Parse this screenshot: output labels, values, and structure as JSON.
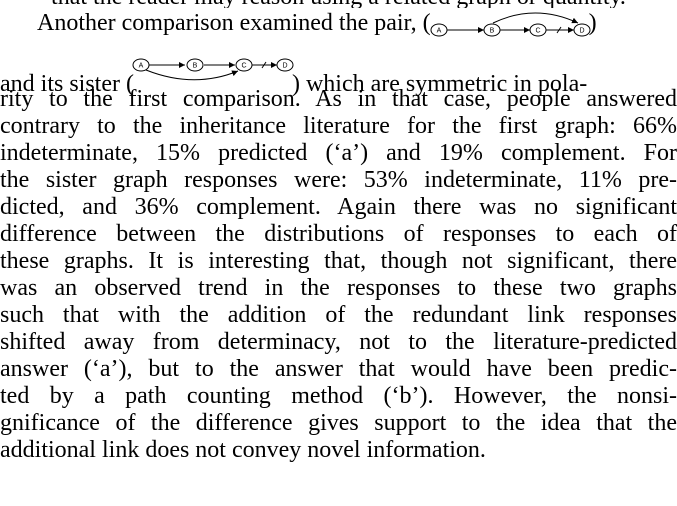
{
  "paragraph": {
    "cutoff_line": "that the reader may reason using a related graph or quantity.",
    "line1_before": "Another comparison examined the pair, (",
    "line1_after": ")",
    "line2_before": "and its sister (",
    "line2_after": ") which are symmetric in pola-",
    "lines": [
      "rity to the first comparison. As in that case, people answered",
      "contrary to the inheritance literature for the first graph: 66%",
      "indeterminate, 15% predicted (‘a’) and 19% complement. For",
      "the sister graph responses were: 53% indeterminate, 11% pre-",
      "dicted, and 36% complement. Again there was no significant",
      "difference between the distributions of responses to each of",
      "these graphs. It is interesting that, though not significant, there",
      "was an observed trend in the responses to these two graphs",
      "such that with the addition of the redundant link responses",
      "shifted away from determinacy, not to the literature-predicted",
      "answer (‘a’), but to the answer that would have been predic-",
      "ted by a path counting method (‘b’). However, the nonsi-",
      "gnificance of the difference gives support to the idea that the",
      "additional link does not convey novel information."
    ]
  },
  "graph1": {
    "nodes": [
      "A",
      "B",
      "C",
      "D"
    ]
  },
  "graph2": {
    "nodes": [
      "A",
      "B",
      "C",
      "D"
    ]
  }
}
